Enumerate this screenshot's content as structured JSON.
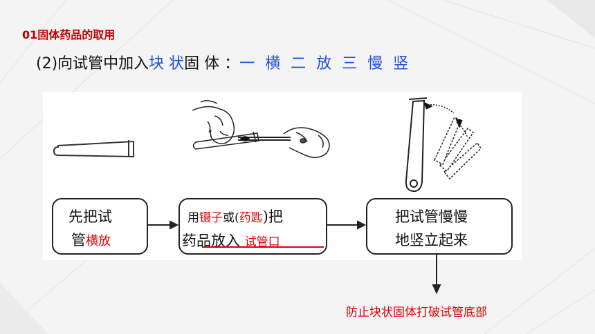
{
  "header": {
    "title": "01固体药品的取用"
  },
  "subtitle": {
    "prefix": "(2)向试管中加入",
    "blue_part": "块 状",
    "middle": "固 体 ：",
    "mnemonic": "一 横 二 放 三 慢 竖"
  },
  "steps": {
    "step1": {
      "line1": "先把试",
      "line2_prefix": "管",
      "line2_red": "横放"
    },
    "step2": {
      "line1_prefix": "用",
      "line1_red1": "镊子",
      "line1_mid": "或(",
      "line1_red2": "药匙",
      "line1_suffix": ")把",
      "line2_prefix": "药品放入 ",
      "line2_red": "试管口"
    },
    "step3": {
      "line1": "把试管慢慢",
      "line2": "地竖立起来"
    }
  },
  "note": "防止块状固体打破试管底部",
  "colors": {
    "accent": "#c00000",
    "blue": "#1f4ee0",
    "red": "#e00000"
  }
}
